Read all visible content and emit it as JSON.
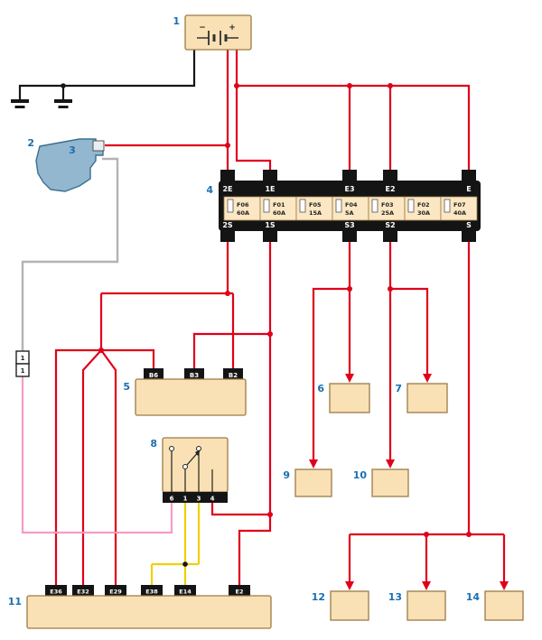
{
  "diagram": {
    "colors": {
      "positive_wire": "#e0001b",
      "ground_wire": "#161616",
      "gray_wire": "#b3b3b3",
      "pink_wire": "#f59cc4",
      "yellow_wire": "#f2cf00",
      "component_fill": "#f9e1b5",
      "label_blue": "#1a6fb0"
    },
    "battery": {
      "label": "1",
      "minus": "−",
      "plus": "+"
    },
    "alternator": {
      "label": "2",
      "connector_label": "3"
    },
    "fusebox": {
      "label": "4",
      "top_terminals": [
        "2E",
        "1E",
        "E3",
        "E2",
        "E"
      ],
      "bottom_terminals": [
        "2S",
        "1S",
        "S3",
        "S2",
        "S"
      ],
      "fuses": [
        {
          "name": "F06",
          "rating": "60A"
        },
        {
          "name": "F01",
          "rating": "60A"
        },
        {
          "name": "F05",
          "rating": "15A"
        },
        {
          "name": "F04",
          "rating": "5A"
        },
        {
          "name": "F03",
          "rating": "25A"
        },
        {
          "name": "F02",
          "rating": "30A"
        },
        {
          "name": "F07",
          "rating": "40A"
        }
      ]
    },
    "connector_block_5": {
      "label": "5",
      "terminals": [
        "B6",
        "B3",
        "B2"
      ]
    },
    "relay": {
      "label": "8",
      "pins": [
        "6",
        "1",
        "3",
        "4"
      ]
    },
    "inline_connector": {
      "pins": [
        "1",
        "1"
      ]
    },
    "connector_block_11": {
      "label": "11",
      "terminals": [
        "E36",
        "E32",
        "E29",
        "E38",
        "E14",
        "E2"
      ]
    },
    "load_boxes": [
      {
        "label": "6"
      },
      {
        "label": "7"
      },
      {
        "label": "9"
      },
      {
        "label": "10"
      },
      {
        "label": "12"
      },
      {
        "label": "13"
      },
      {
        "label": "14"
      }
    ]
  }
}
